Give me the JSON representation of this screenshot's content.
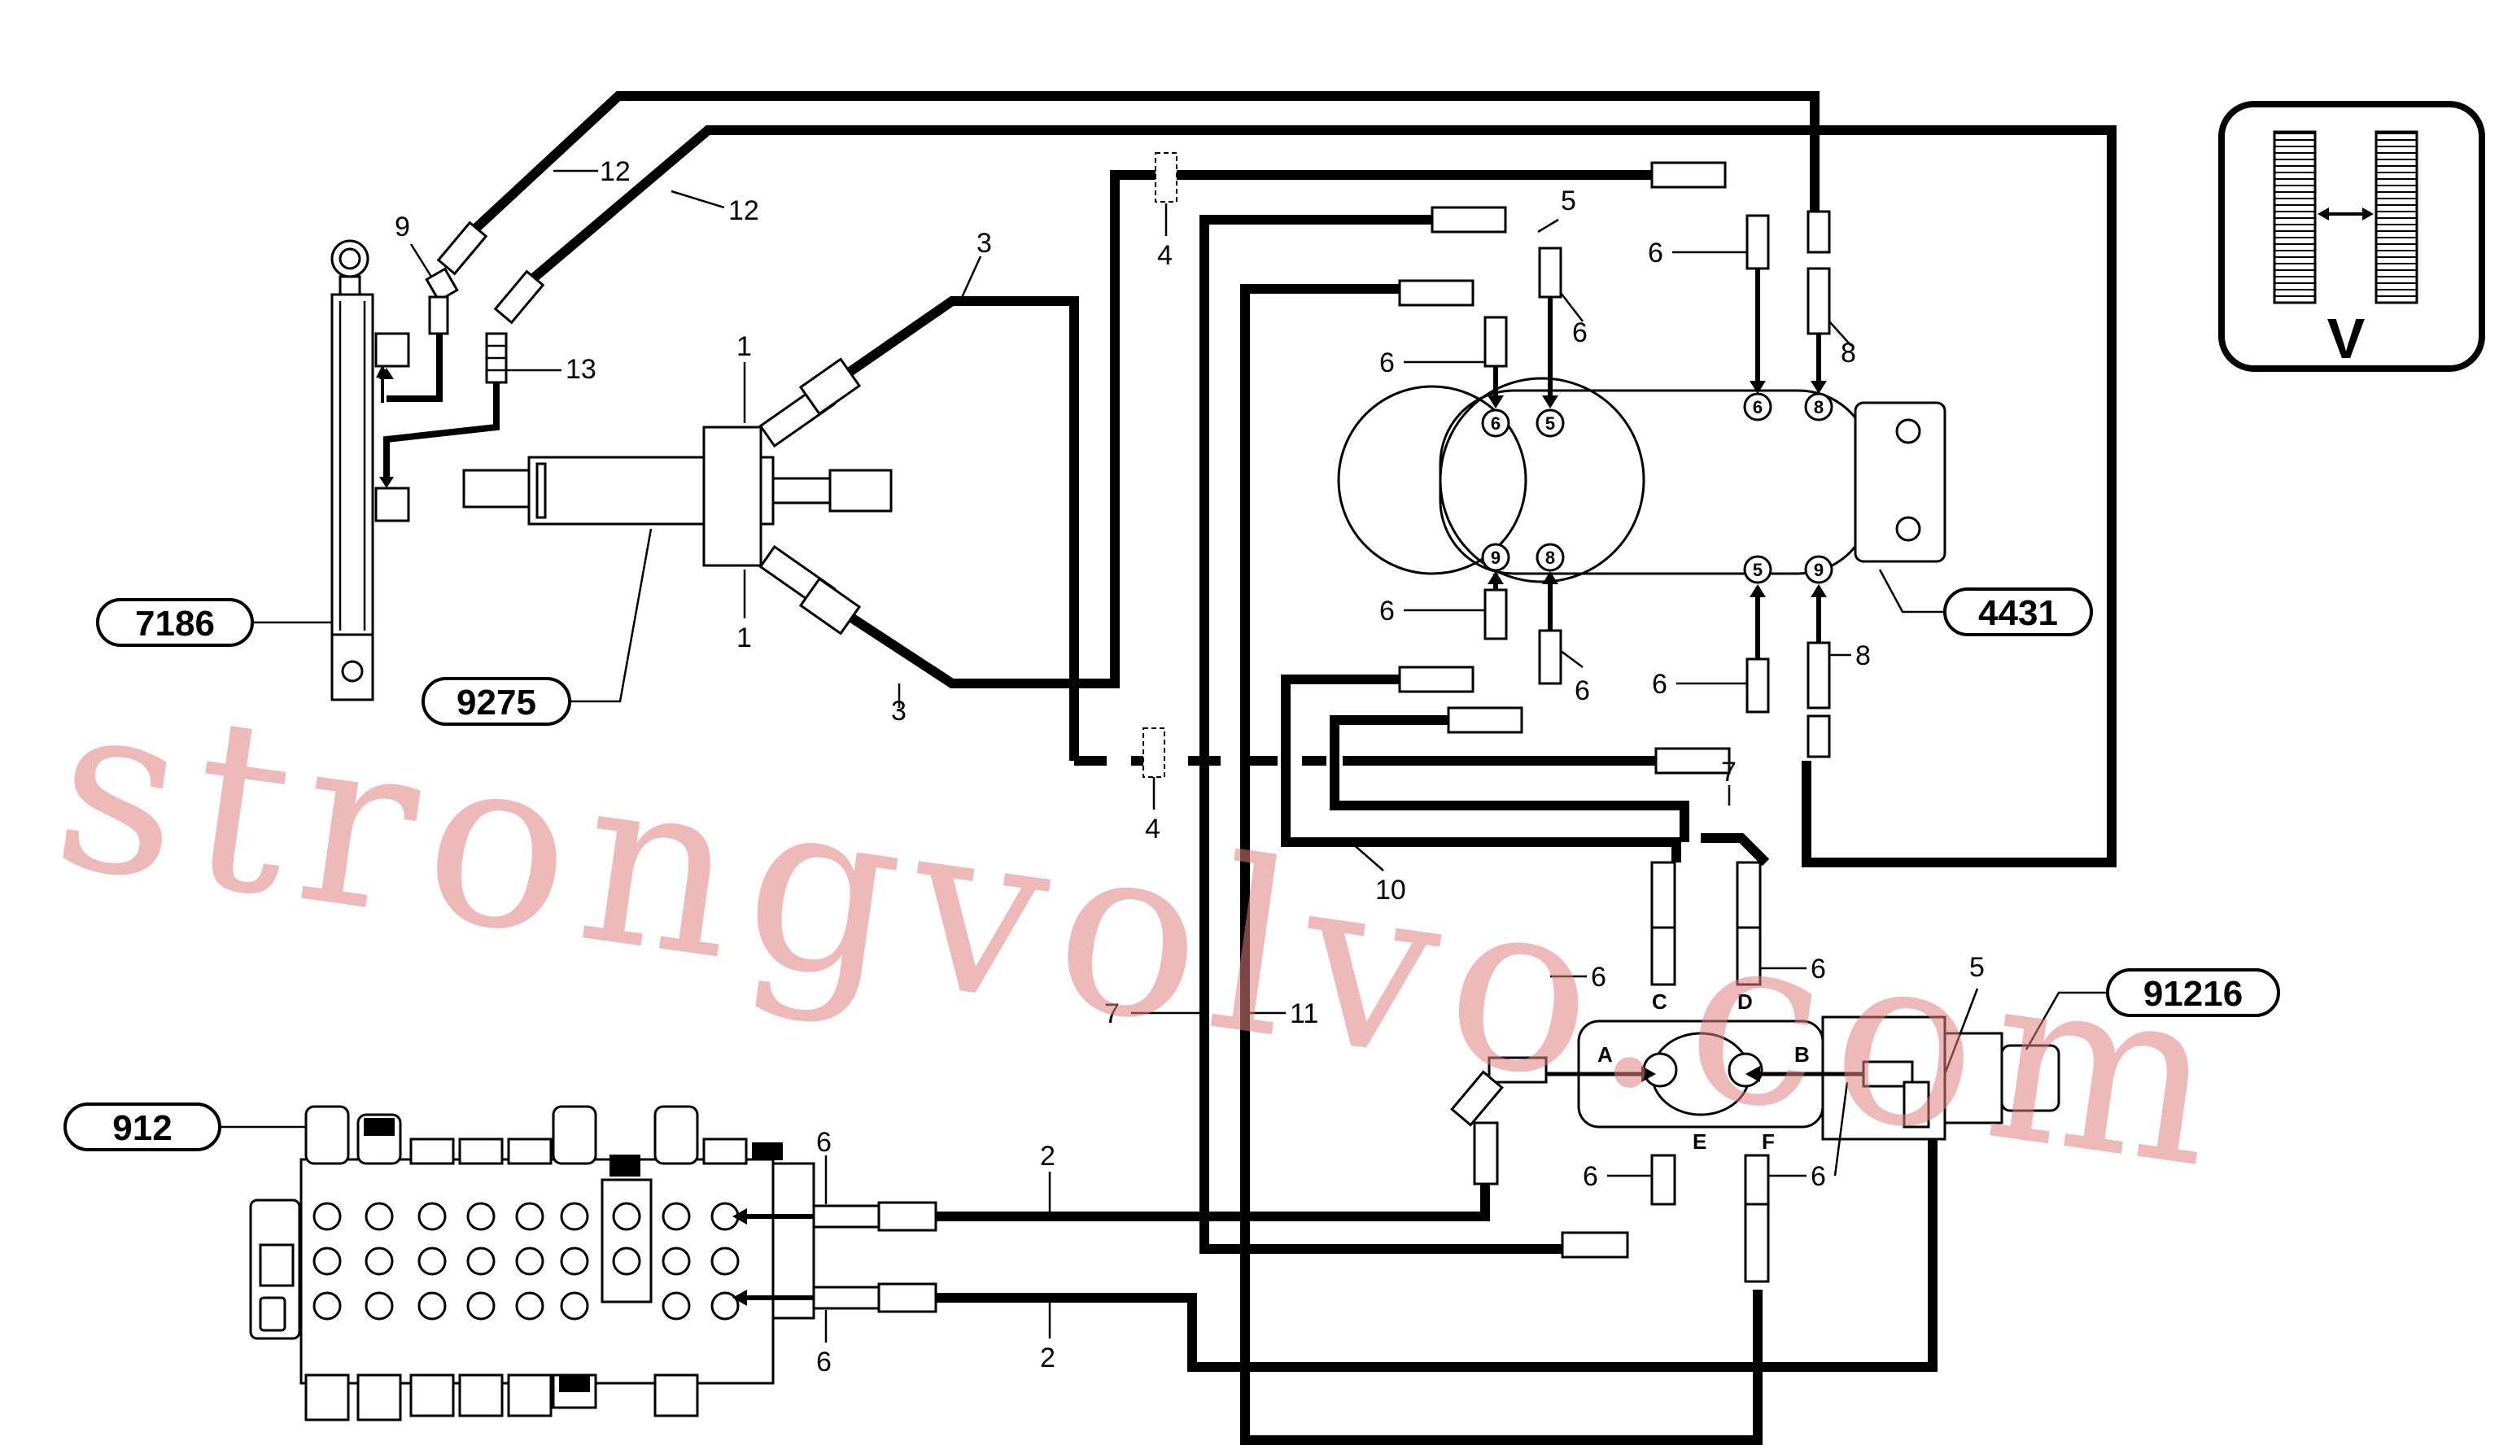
{
  "components": {
    "c7186": "7186",
    "c9275": "9275",
    "c4431": "4431",
    "c912": "912",
    "c91216": "91216"
  },
  "callouts": {
    "n12a": "12",
    "n12b": "12",
    "n9": "9",
    "n13": "13",
    "n3a": "3",
    "n3b": "3",
    "n1a": "1",
    "n1b": "1",
    "n4a": "4",
    "n4b": "4",
    "n5a": "5",
    "n5b": "5",
    "n6_1": "6",
    "n6_2": "6",
    "n6_3": "6",
    "n6_4": "6",
    "n6_5": "6",
    "n6_6": "6",
    "n6_7": "6",
    "n6_8": "6",
    "n6_9": "6",
    "n6_10": "6",
    "n6_11": "6",
    "n6_12": "6",
    "n6_13": "6",
    "n8a": "8",
    "n8b": "8",
    "n7a": "7",
    "n7b": "7",
    "n10": "10",
    "n11": "11",
    "n2a": "2",
    "n2b": "2"
  },
  "port_markers": {
    "p6a": "6",
    "p5a": "5",
    "p6b": "6",
    "p8a": "8",
    "p9a": "9",
    "p8b": "8",
    "p5b": "5",
    "p9b": "9"
  },
  "valve_ports": {
    "A": "A",
    "B": "B",
    "C": "C",
    "D": "D",
    "E": "E",
    "F": "F"
  },
  "view_label": "V",
  "watermark": "strongvolvo.com"
}
